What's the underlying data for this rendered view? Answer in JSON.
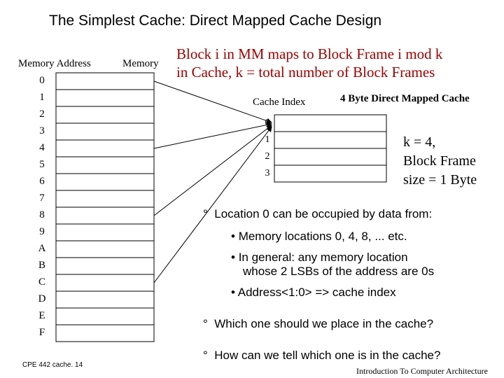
{
  "title": "The Simplest Cache: Direct  Mapped Cache Design",
  "memory_table": {
    "address_header": "Memory Address",
    "memory_header": "Memory",
    "addresses": [
      "0",
      "1",
      "2",
      "3",
      "4",
      "5",
      "6",
      "7",
      "8",
      "9",
      "A",
      "B",
      "C",
      "D",
      "E",
      "F"
    ]
  },
  "rule": {
    "line1": "Block i in MM maps to Block Frame i mod k",
    "line2": "in Cache, k = total number of  Block Frames"
  },
  "cache": {
    "index_header": "Cache Index",
    "title": "4  Byte Direct Mapped Cache",
    "indices": [
      "0",
      "1",
      "2",
      "3"
    ]
  },
  "k_info": {
    "line1": "k = 4,",
    "line2": "Block Frame",
    "line3": "size = 1 Byte"
  },
  "bullets": {
    "b1": "Location 0 can be occupied by data from:",
    "b1_sub1": "Memory locations 0, 4, 8, ... etc.",
    "b1_sub2_line1": "In general: any memory location",
    "b1_sub2_line2": "whose 2 LSBs of the address are 0s",
    "b1_sub3": "Address<1:0>  => cache index",
    "b2": "Which one should we place in the cache?",
    "b3": "How can we tell which one is in the cache?"
  },
  "footer": {
    "left": "CPE 442  cache. 14",
    "right": "Introduction To Computer Architecture"
  },
  "colors": {
    "rule_text": "#a00000",
    "text": "#000000"
  }
}
